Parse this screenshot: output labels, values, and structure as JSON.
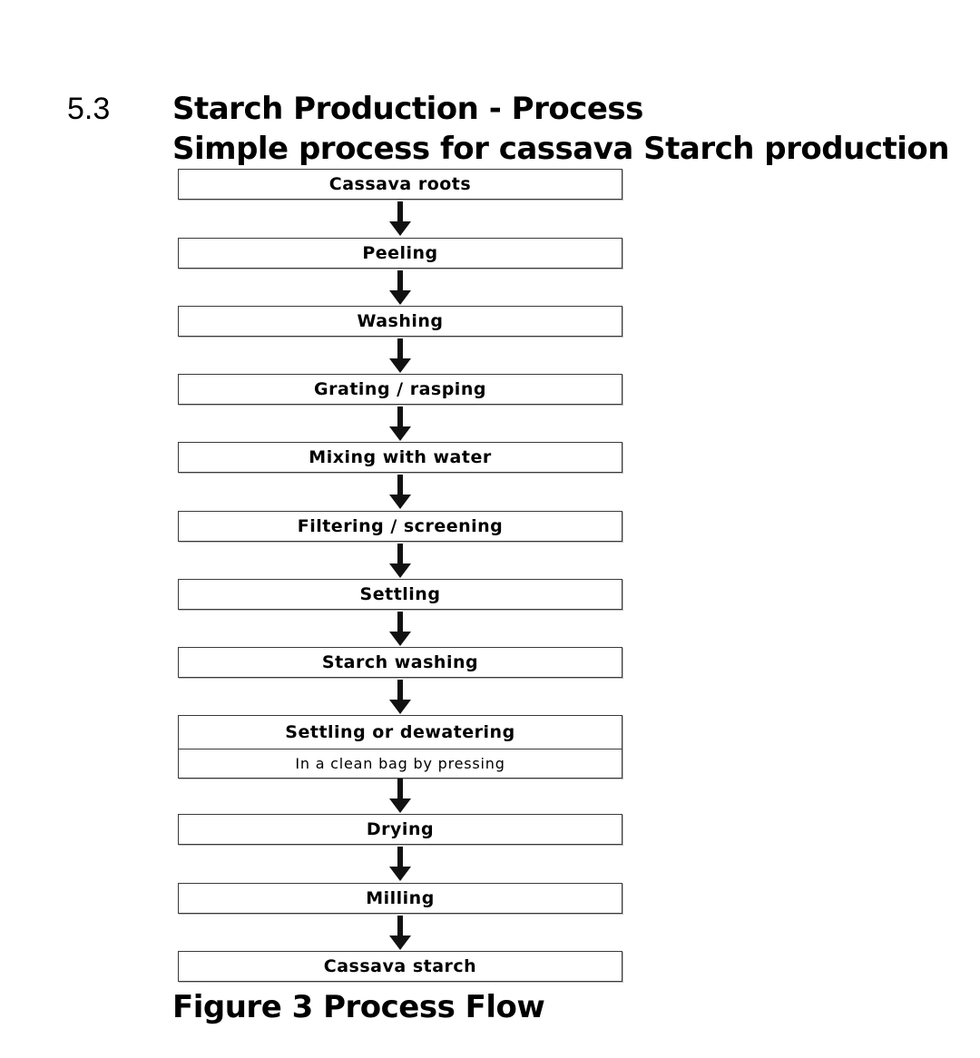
{
  "section": {
    "number": "5.3",
    "title": "Starch Production - Process",
    "subtitle": "Simple process for cassava Starch production"
  },
  "flow": {
    "steps": [
      {
        "label": "Cassava roots"
      },
      {
        "label": "Peeling"
      },
      {
        "label": "Washing"
      },
      {
        "label": "Grating / rasping"
      },
      {
        "label": "Mixing with water"
      },
      {
        "label": "Filtering / screening"
      },
      {
        "label": "Settling"
      },
      {
        "label": "Starch washing"
      },
      {
        "label": "Settling or dewatering",
        "sublabel": "In a clean bag by pressing"
      },
      {
        "label": "Drying"
      },
      {
        "label": "Milling"
      },
      {
        "label": "Cassava starch"
      }
    ],
    "arrow_icon": "down-arrow-icon",
    "border_color": "#3a3a3a"
  },
  "caption": "Figure 3 Process Flow"
}
